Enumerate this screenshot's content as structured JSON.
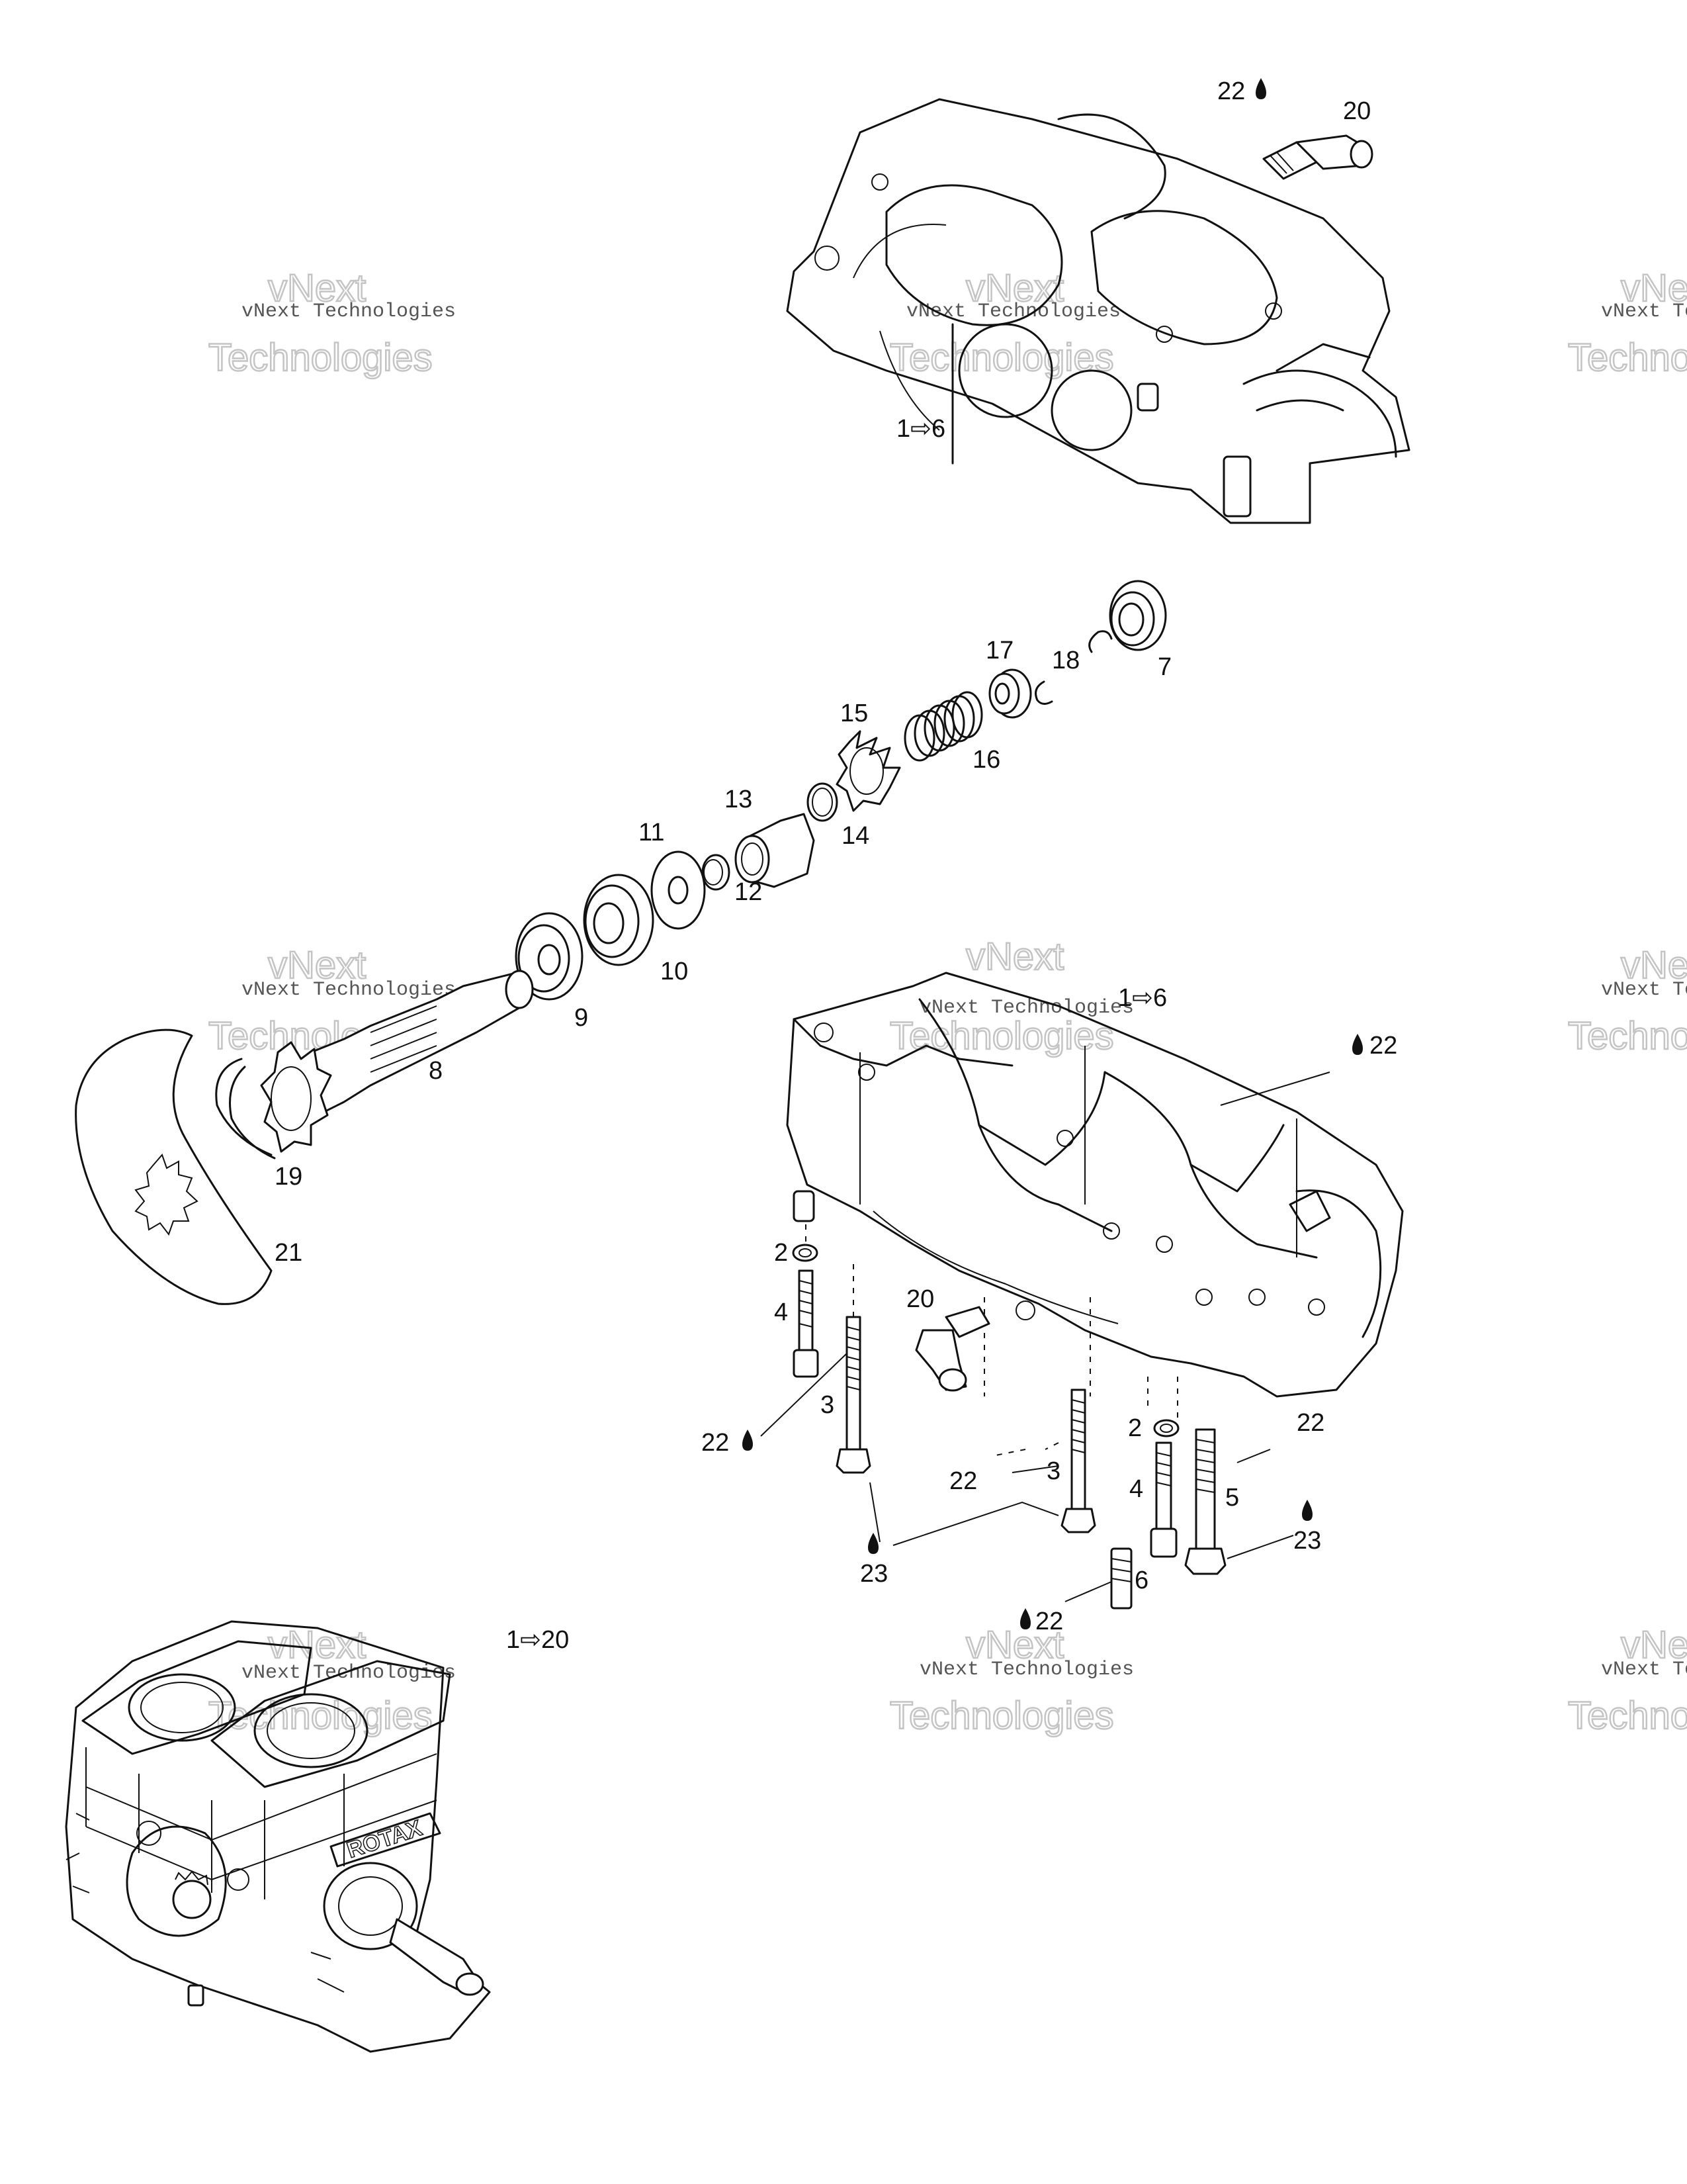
{
  "watermark": {
    "line1": "vNext Technologies",
    "line2": "vNext",
    "line3": "Technologies"
  },
  "labels": {
    "upper_case_ref": "1⇨6",
    "lower_case_ref": "1⇨6",
    "engine_ref": "1⇨20",
    "l7": "7",
    "l8": "8",
    "l9": "9",
    "l10": "10",
    "l11": "11",
    "l12": "12",
    "l13": "13",
    "l14": "14",
    "l15": "15",
    "l16": "16",
    "l17": "17",
    "l18": "18",
    "l19": "19",
    "l21": "21",
    "top_20": "20",
    "top_22": "22",
    "l2a": "2",
    "l4a": "4",
    "l20b": "20",
    "l22a": "22",
    "l3a": "3",
    "l22b": "22",
    "l23a": "23",
    "l22c": "22",
    "l2b": "2",
    "l3b": "3",
    "l4b": "4",
    "l5": "5",
    "l22d": "22",
    "l23b": "23",
    "l6": "6",
    "l22e": "22"
  },
  "engine_brand": "ROTAX",
  "icons": {
    "drop": "oil-drop-icon"
  }
}
